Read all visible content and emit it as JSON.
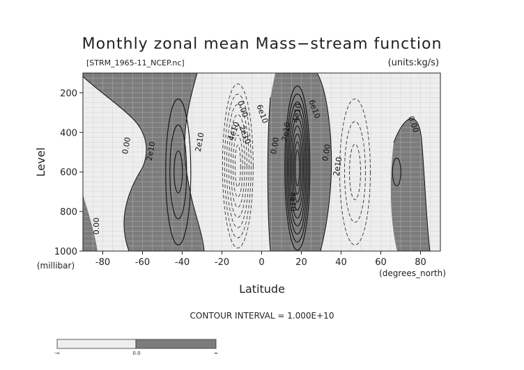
{
  "chart_data": {
    "type": "contour",
    "title": "Monthly zonal mean Mass−stream function",
    "subtitle_left": "[STRM_1965-11_NCEP.nc]",
    "subtitle_right": "(units:kg/s)",
    "xlabel": "Latitude",
    "xunit": "(degrees_north)",
    "ylabel": "Level",
    "yunit": "(millibar)",
    "xlim": [
      -90,
      90
    ],
    "ylim": [
      1000,
      100
    ],
    "x_ticks": [
      -80,
      -60,
      -40,
      -20,
      0,
      20,
      40,
      60,
      80
    ],
    "y_ticks": [
      200,
      400,
      600,
      800,
      1000
    ],
    "contour_interval_text": "CONTOUR INTERVAL = 1.000E+10",
    "contour_labels": [
      "0.00",
      "2e10",
      "2e10",
      "0.00",
      "2e10",
      "4e10",
      "6e10",
      "0.00",
      "2e10",
      "4e10",
      "6e10",
      "8e10",
      "0.00",
      "2e10",
      "0.00",
      "0.00"
    ],
    "colorbar": {
      "labels": [
        "-∞",
        "0.0",
        "∞"
      ],
      "negative_color": "#eeeeee",
      "positive_color": "#7c7c7c"
    },
    "cells": [
      {
        "sign": "positive",
        "center_lat": -42,
        "center_level": 600,
        "peak": 40000000000.0
      },
      {
        "sign": "negative",
        "center_lat": -12,
        "center_level": 570,
        "peak": -70000000000.0
      },
      {
        "sign": "positive",
        "center_lat": 18,
        "center_level": 580,
        "peak": 90000000000.0
      },
      {
        "sign": "negative",
        "center_lat": 47,
        "center_level": 600,
        "peak": -30000000000.0
      },
      {
        "sign": "positive",
        "center_lat": 68,
        "center_level": 600,
        "peak": 10000000000.0
      }
    ]
  }
}
